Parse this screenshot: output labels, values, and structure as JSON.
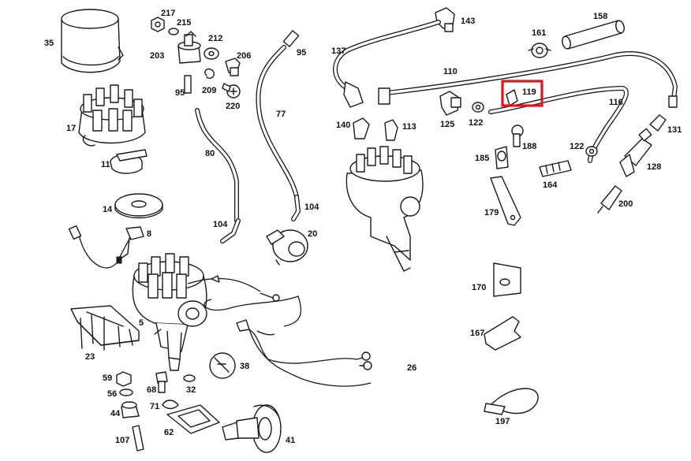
{
  "labels": {
    "p35": "35",
    "p217": "217",
    "p215": "215",
    "p212": "212",
    "p203": "203",
    "p206": "206",
    "p95a": "95",
    "p95b": "95",
    "p209": "209",
    "p220": "220",
    "p77": "77",
    "p17": "17",
    "p80": "80",
    "p11": "11",
    "p14": "14",
    "p104a": "104",
    "p104b": "104",
    "p20": "20",
    "p8": "8",
    "p5": "5",
    "p23": "23",
    "p38": "38",
    "p26": "26",
    "p59": "59",
    "p68": "68",
    "p32": "32",
    "p56": "56",
    "p71": "71",
    "p44": "44",
    "p62": "62",
    "p107": "107",
    "p41": "41",
    "p143": "143",
    "p137": "137",
    "p158": "158",
    "p161": "161",
    "p110": "110",
    "p119": "119",
    "p116": "116",
    "p125": "125",
    "p122a": "122",
    "p122b": "122",
    "p140": "140",
    "p113": "113",
    "p131": "131",
    "p188": "188",
    "p185": "185",
    "p128": "128",
    "p164": "164",
    "p179": "179",
    "p200": "200",
    "p170": "170",
    "p167": "167",
    "p197": "197"
  },
  "highlight": {
    "label": "119",
    "color": "#e8111a"
  },
  "colors": {
    "line": "#1a1a1a",
    "background": "#ffffff"
  }
}
